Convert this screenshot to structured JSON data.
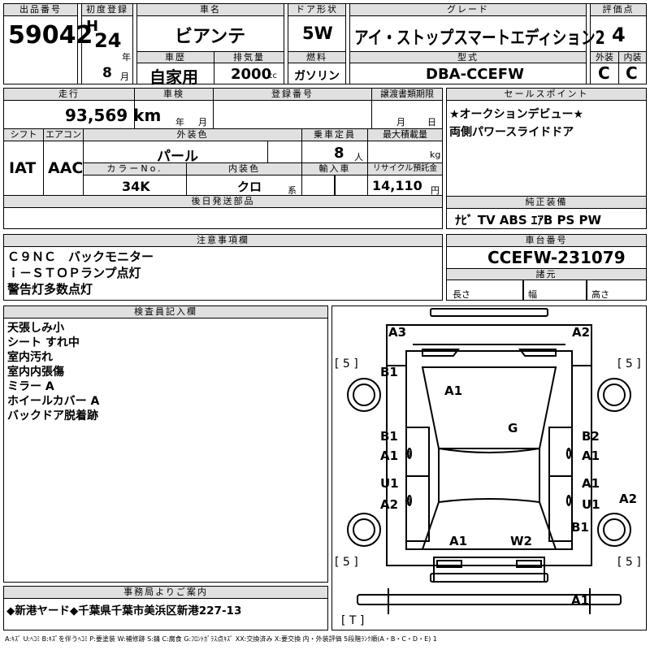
{
  "header": {
    "lot_label": "出品番号",
    "lot_no": "59042",
    "first_reg_label": "初度登録",
    "era": "H",
    "year": "24",
    "year_unit": "年",
    "month": "8",
    "month_unit": "月",
    "car_name_label": "車名",
    "car_name": "ビアンテ",
    "door_label": "ドア形状",
    "door": "5W",
    "grade_label": "グレード",
    "grade": "アイ・ストップスマートエディション2",
    "score_label": "評価点",
    "score": "4",
    "history_label": "車歴",
    "history": "自家用",
    "disp_label": "排気量",
    "disp": "2000",
    "disp_unit": "cc",
    "fuel_label": "燃料",
    "fuel": "ガソリン",
    "model_label": "型式",
    "model": "DBA-CCEFW",
    "ext_label": "外装",
    "ext": "C",
    "int_label": "内装",
    "int": "C"
  },
  "row2": {
    "mileage_label": "走行",
    "mileage": "93,569 km",
    "inspection_label": "車検",
    "insp_year": "年",
    "insp_month": "月",
    "reg_label": "登録番号",
    "transfer_label": "譲渡書類期限",
    "tr_month": "月",
    "tr_day": "日",
    "shift_label": "シフト",
    "aircon_label": "エアコン",
    "shift": "IAT",
    "aircon": "AAC",
    "color_label": "外装色",
    "color": "パール",
    "capacity_label": "乗車定員",
    "capacity": "8",
    "capacity_unit": "人",
    "load_label": "最大積載量",
    "load_unit": "kg",
    "colorno_label": "カラーNo.",
    "colorno": "34K",
    "intcolor_label": "内装色",
    "intcolor": "クロ",
    "intcolor_unit": "系",
    "import_label": "輸入車",
    "recycle_label": "リサイクル預託金",
    "recycle": "14,110",
    "recycle_unit": "円",
    "later_label": "後日発送部品"
  },
  "sales": {
    "label": "セールスポイント",
    "lines": [
      "★オークションデビュー★",
      "両側パワースライドドア"
    ]
  },
  "equipment": {
    "label": "純正装備",
    "value": "ﾅﾋﾞ TV ABS ｴｱB PS PW"
  },
  "caution": {
    "label": "注意事項欄",
    "lines": [
      "Ｃ９ＮＣ　バックモニター",
      "ｉ－ＳＴＯＰランプ点灯",
      "警告灯多数点灯"
    ]
  },
  "chassis": {
    "label": "車台番号",
    "value": "CCEFW-231079",
    "spec_label": "諸元",
    "len": "長さ",
    "width": "幅",
    "height": "高さ"
  },
  "inspector": {
    "label": "検査員記入欄",
    "lines": [
      "天張しみ小",
      "シート すれ中",
      "室内汚れ",
      "室内内張傷",
      "ミラー A",
      "ホイールカバー A",
      "バックドア脱着跡"
    ]
  },
  "office": {
    "label": "事務局よりご案内",
    "text": "◆新港ヤード◆千葉県千葉市美浜区新港227-13"
  },
  "diagram": {
    "tire_tl": "[ 5 ]",
    "tire_tr": "[ 5 ]",
    "tire_bl": "[ 5 ]",
    "tire_br": "[ 5 ]",
    "spare": "[ T ]",
    "marks": {
      "a3": "A3",
      "a2_top": "A2",
      "b1_fl": "B1",
      "a1_hood": "A1",
      "g": "G",
      "b1_ld": "B1",
      "a1_ld": "A1",
      "u1_lr": "U1",
      "a2_lr": "A2",
      "b2_rd": "B2",
      "a1_rd": "A1",
      "a1_rr": "A1",
      "u1_rr": "U1",
      "a2_right": "A2",
      "b1_rq": "B1",
      "a1_rear_l": "A1",
      "w2": "W2",
      "a1_bottom": "A1",
      "o1": "0",
      "o2": "0",
      "o3": "0",
      "o4": "0"
    }
  },
  "legend": "A:ｷｽﾞ U:ﾍｺﾐ B:ｷｽﾞを伴うﾍｺﾐ P:要塗装 W:補修跡 S:錆 C:腐食 G:ﾌﾛﾝﾄｶﾞﾗｽ点ｷｽﾞ XX:交換済み X:要交換 内・外装評価 5段階ﾗﾝｸ順(A・B・C・D・E) 1"
}
